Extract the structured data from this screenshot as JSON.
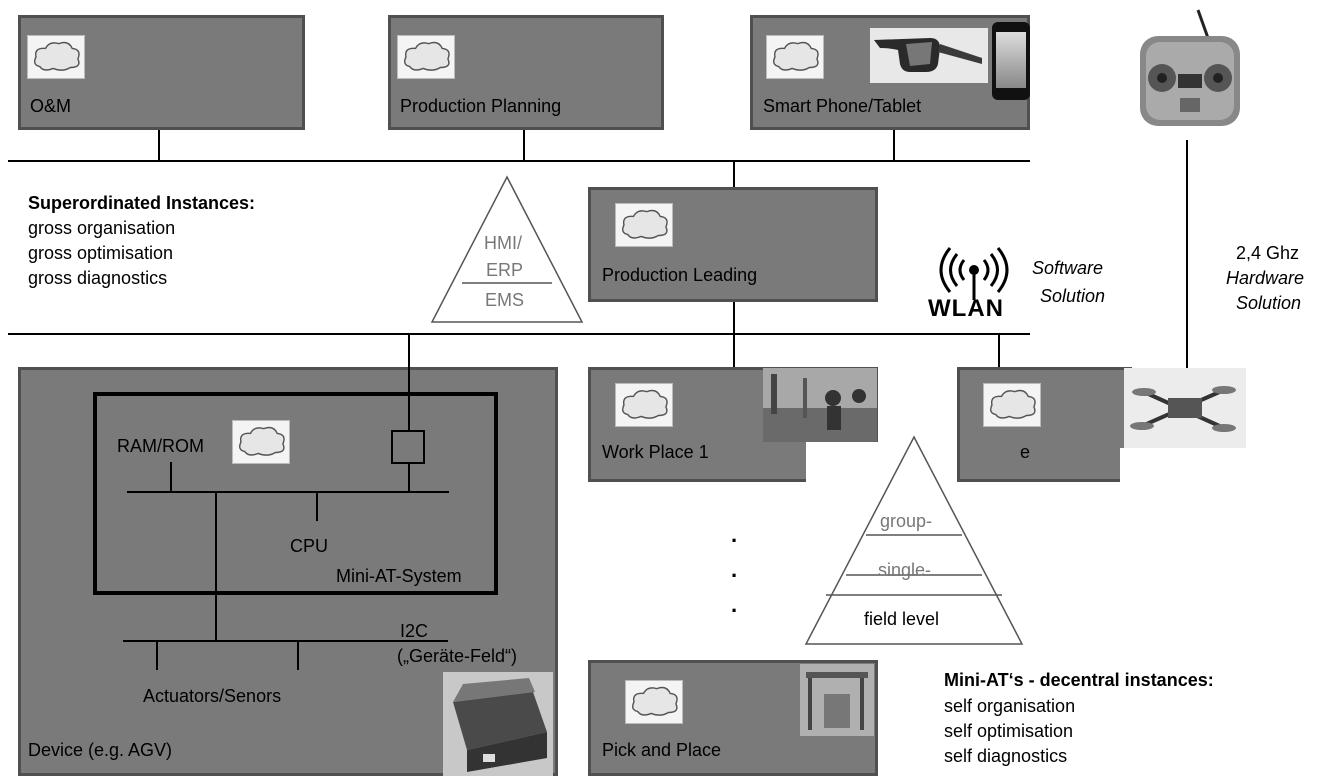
{
  "top_boxes": {
    "om": "O&M",
    "planning": "Production Planning",
    "smartphone": "Smart Phone/Tablet"
  },
  "superordinated": {
    "heading": "Superordinated  Instances:",
    "lines": [
      "gross organisation",
      "gross optimisation",
      "gross diagnostics"
    ]
  },
  "pyramid_top": {
    "line1": "HMI/",
    "line2": "ERP",
    "line3": "EMS"
  },
  "production_leading": "Production Leading",
  "wlan": {
    "logo": "WLAN",
    "label1": "Software",
    "label2": "Solution"
  },
  "radio": {
    "freq": "2,4 Ghz",
    "label1": "Hardware",
    "label2": "Solution"
  },
  "device": {
    "ram": "RAM/ROM",
    "cpu": "CPU",
    "system": "Mini-AT-System",
    "i2c": "I2C",
    "field": "(„Geräte-Feld“)",
    "actuators": "Actuators/Senors",
    "label": "Device (e.g. AGV)"
  },
  "workplace1": "Work Place 1",
  "partial_box": "e",
  "pick_place": "Pick and Place",
  "pyramid_bottom": {
    "level1": "group-",
    "level2": "single-",
    "level3": "field level"
  },
  "mini_at": {
    "heading": "Mini-AT‘s - decentral instances:",
    "lines": [
      "self organisation",
      "self optimisation",
      "self diagnostics"
    ]
  },
  "dots": [
    ".",
    ".",
    "."
  ]
}
